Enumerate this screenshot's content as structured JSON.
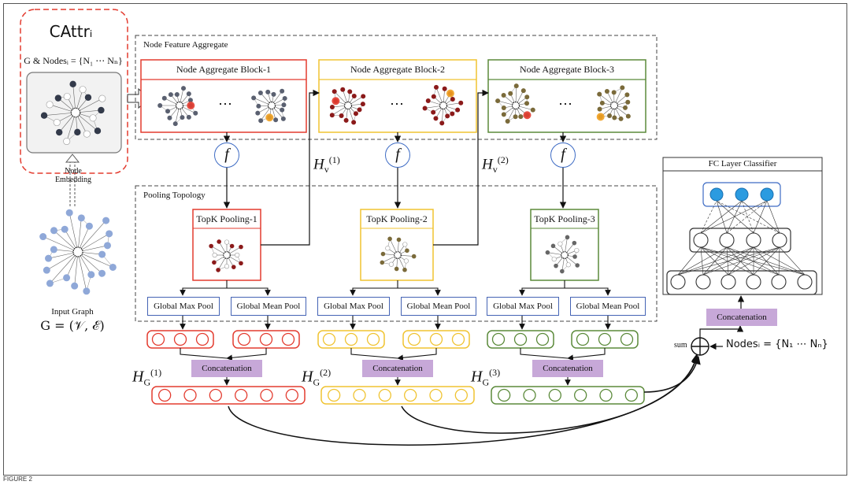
{
  "cattr": {
    "title": "CAttrᵢ",
    "subtitle": "G & Nodesᵢ = {N₁ ⋯ Nₙ}",
    "embedding_label": "Node\nEmbedding",
    "input_graph_label": "Input Graph",
    "input_graph_formula": "G = (𝒱, ℰ)"
  },
  "node_feature_aggregate": {
    "title": "Node Feature Aggregate",
    "blocks": [
      {
        "label": "Node Aggregate Block-1",
        "color": "#e33b2f",
        "node_color": "#5a6070"
      },
      {
        "label": "Node Aggregate Block-2",
        "color": "#f0c330",
        "node_color": "#8b1a1a"
      },
      {
        "label": "Node Aggregate Block-3",
        "color": "#5b8a3a",
        "node_color": "#7a6a3a"
      }
    ],
    "ellipsis": "⋯"
  },
  "f_symbol": "f",
  "hv_labels": [
    {
      "base": "H",
      "sub": "v",
      "sup": "(1)"
    },
    {
      "base": "H",
      "sub": "v",
      "sup": "(2)"
    }
  ],
  "pooling_topology": {
    "title": "Pooling Topology",
    "pools": [
      {
        "label": "TopK Pooling-1",
        "color": "#e33b2f"
      },
      {
        "label": "TopK Pooling-2",
        "color": "#f0c330"
      },
      {
        "label": "TopK Pooling-3",
        "color": "#5b8a3a"
      }
    ],
    "global_max": "Global Max Pool",
    "global_mean": "Global Mean Pool"
  },
  "concatenation": "Concatenation",
  "hg_labels": [
    {
      "base": "H",
      "sub": "G",
      "sup": "(1)"
    },
    {
      "base": "H",
      "sub": "G",
      "sup": "(2)"
    },
    {
      "base": "H",
      "sub": "G",
      "sup": "(3)"
    }
  ],
  "sum_label": "sum",
  "sum_symbol": "⊕",
  "nodes_label": "Nodesᵢ = {N₁ ⋯ Nₙ}",
  "fc": {
    "title": "FC Layer Classifier",
    "concat_label": "Concatenation",
    "accent": "#2b9be0"
  },
  "caption": "FIGURE 2"
}
